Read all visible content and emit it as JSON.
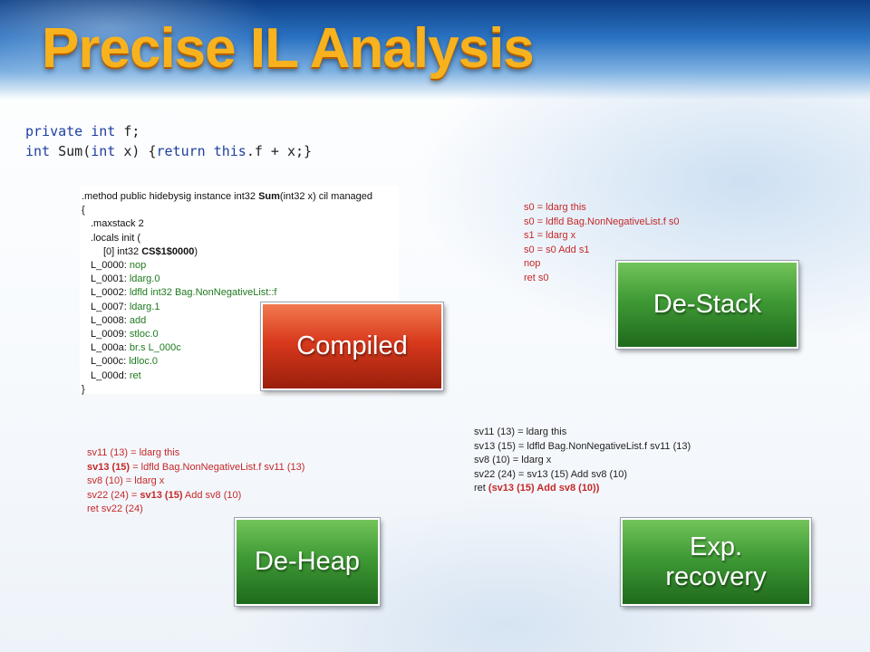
{
  "slide": {
    "title": "Precise IL Analysis",
    "source": {
      "line1": [
        "private",
        " ",
        "int",
        " f;"
      ],
      "line2": [
        "int",
        " Sum(",
        "int",
        " x) {",
        "return",
        " ",
        "this",
        ".f + x;}"
      ]
    },
    "il": {
      "l0": [
        ".method public hidebysig instance int32 ",
        "Sum",
        "(int32 x) cil managed"
      ],
      "l1": "{",
      "l2": ".maxstack 2",
      "l3": ".locals init (",
      "l4": [
        "[0] int32 ",
        "CS$1$0000",
        ")"
      ],
      "rows": [
        {
          "label": "L_0000: ",
          "op": "nop"
        },
        {
          "label": "L_0001: ",
          "op": "ldarg.0"
        },
        {
          "label": "L_0002: ",
          "op": "ldfld int32 Bag.NonNegativeList::f"
        },
        {
          "label": "L_0007: ",
          "op": "ldarg.1"
        },
        {
          "label": "L_0008: ",
          "op": "add"
        },
        {
          "label": "L_0009: ",
          "op": "stloc.0"
        },
        {
          "label": "L_000a: ",
          "op": "br.s L_000c"
        },
        {
          "label": "L_000c: ",
          "op": "ldloc.0"
        },
        {
          "label": "L_000d: ",
          "op": "ret"
        }
      ],
      "close": "}"
    },
    "destack": {
      "lines": [
        "s0 = ldarg this",
        "s0 = ldfld Bag.NonNegativeList.f s0",
        "s1 = ldarg x",
        "s0 = s0 Add s1",
        "nop",
        "ret s0"
      ]
    },
    "deheap": {
      "l1": "sv11 (13) = ldarg this",
      "l2": [
        "sv13 (15)",
        " = ldfld Bag.NonNegativeList.f sv11 (13)"
      ],
      "l3": "sv8 (10)  = ldarg x",
      "l4": [
        "sv22 (24) = ",
        "sv13 (15)",
        " Add sv8 (10)"
      ],
      "l5": "ret sv22 (24)"
    },
    "exprec": {
      "l1": "sv11 (13) = ldarg this",
      "l2": "sv13 (15) = ldfld Bag.NonNegativeList.f sv11 (13)",
      "l3": "sv8 (10)  = ldarg x",
      "l4": "sv22 (24) = sv13 (15) Add sv8 (10)",
      "l5": [
        "ret ",
        "(sv13 (15) Add sv8 (10))"
      ]
    },
    "buttons": {
      "compiled": "Compiled",
      "destack": "De-Stack",
      "deheap": "De-Heap",
      "exprec_line1": "Exp.",
      "exprec_line2": "recovery"
    },
    "colors": {
      "title": "#f7b21e",
      "green_button": "#3f9a35",
      "red_button": "#d8391c",
      "code_red": "#c62828",
      "il_green": "#1e7a1e",
      "keyword_blue": "#1f3fa0"
    }
  }
}
